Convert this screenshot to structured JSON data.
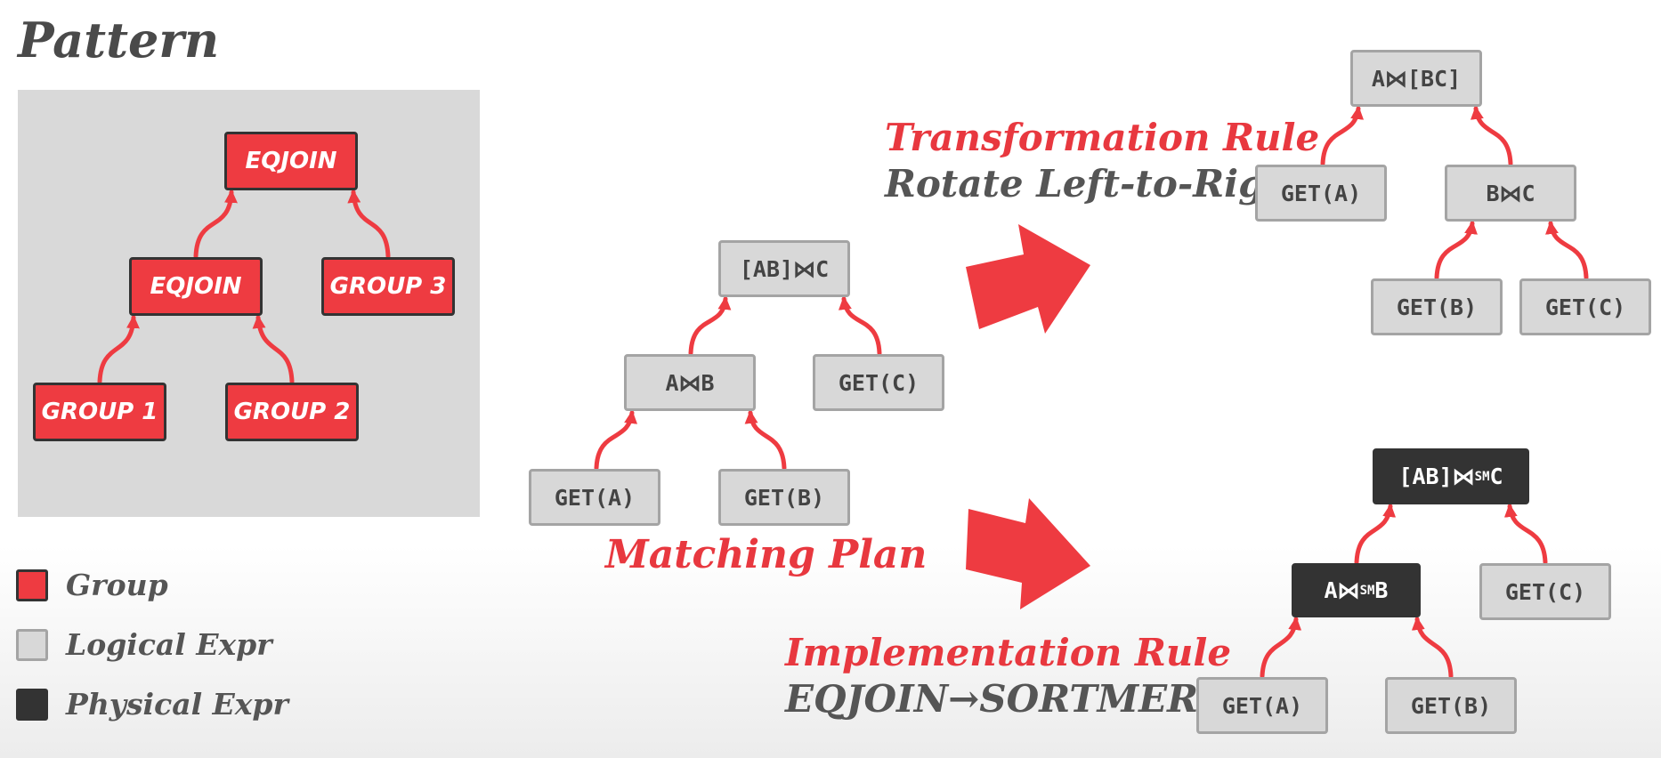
{
  "pattern": {
    "title": "Pattern",
    "nodes": {
      "root": "EQJOIN",
      "left": "EQJOIN",
      "right": "GROUP 3",
      "ll": "GROUP 1",
      "lr": "GROUP 2"
    }
  },
  "matching_plan": {
    "label": "Matching Plan",
    "nodes": {
      "root": "[AB]⋈C",
      "left": "A⋈B",
      "right": "GET(C)",
      "ll": "GET(A)",
      "lr": "GET(B)"
    }
  },
  "transformation": {
    "title": "Transformation Rule",
    "subtitle": "Rotate Left-to-Right",
    "nodes": {
      "root": "A⋈[BC]",
      "left": "GET(A)",
      "right": "B⋈C",
      "rl": "GET(B)",
      "rr": "GET(C)"
    }
  },
  "implementation": {
    "title": "Implementation Rule",
    "subtitle": "EQJOIN→SORTMERGE",
    "nodes": {
      "root_main": "[AB]⋈",
      "root_sub": "SM",
      "root_tail": "C",
      "left_main": "A⋈",
      "left_sub": "SM",
      "left_tail": "B",
      "right": "GET(C)",
      "ll": "GET(A)",
      "lr": "GET(B)"
    }
  },
  "legend": {
    "group": "Group",
    "logical": "Logical Expr",
    "physical": "Physical Expr"
  },
  "colors": {
    "accent_red": "#ee3b41",
    "logical_gray": "#d8d8d8",
    "physical_dark": "#333333",
    "text_dark": "#4a4a4a"
  }
}
